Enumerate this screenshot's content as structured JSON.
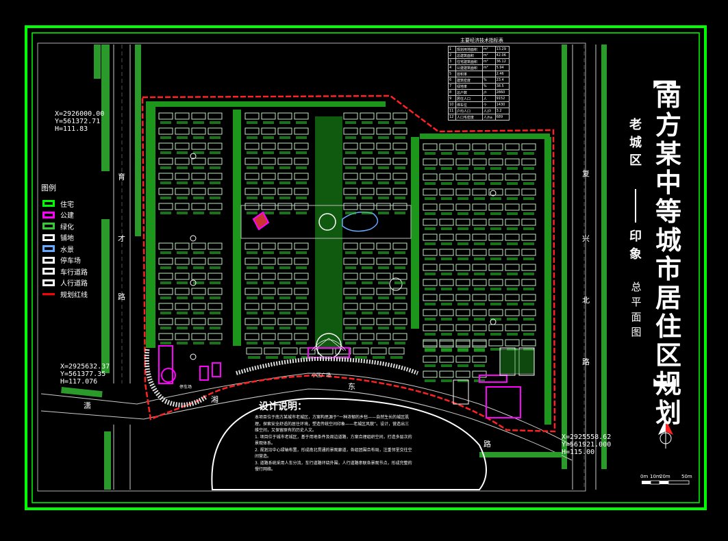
{
  "title": {
    "open_bracket": "【",
    "main": "南方某中等城市居住区规划",
    "close_bracket": "】"
  },
  "subtitle": {
    "line1": "老城区",
    "line2": "印象",
    "line3": "总平面图",
    "icon": "drawing-sheet-icon"
  },
  "legend": {
    "title": "图例",
    "items": [
      {
        "label": "住宅",
        "color": "#00ff00"
      },
      {
        "label": "公建",
        "color": "#ff00ff"
      },
      {
        "label": "绿化",
        "color": "#33cc33"
      },
      {
        "label": "铺地",
        "color": "#ffffff"
      },
      {
        "label": "水景",
        "color": "#66aaff"
      },
      {
        "label": "停车场",
        "color": "#ffffff"
      },
      {
        "label": "车行道路",
        "color": "#ffffff"
      },
      {
        "label": "人行道路",
        "color": "#ffffff"
      },
      {
        "label": "规划红线",
        "color": "#ff0000"
      }
    ]
  },
  "coordinates": {
    "top_left": "X=2926000.00\nY=561372.71\nH=111.83",
    "bottom_left": "X=2925632.37\nY=561377.35\nH=117.076",
    "bottom_right": "X=2925558.62\nY=561921.000\nH=115.00"
  },
  "roads": {
    "west": [
      "育",
      "才",
      "路"
    ],
    "east": [
      "复",
      "兴",
      "北",
      "路"
    ],
    "south": [
      "潇",
      "湘",
      "东",
      "路"
    ]
  },
  "design_notes": {
    "title": "设计说明：",
    "body": "本项目位于南方某城市老城区，方案构思源于“一种浓郁的乡愁——自然生长的城区肌理，探索安全舒适的居住环境，塑造传统空间印象——老城区风貌”。设计，营造出三维空间，又保留原有的历史人文。\n1. 项目位于城市老城区，基于用地条件及周边道路，方案合理组织空间，打造多层次的景观体系。\n2. 规划沿中心绿轴布置，形成南北贯通的景观廊道，各组团围合布局，注重邻里交往空间营造。\n3. 道路系统采用人车分流，车行道路环绕外围，人行道路串联各景观节点，形成完整的慢行网络。"
  },
  "tech_table": {
    "title": "主要经济技术指标表",
    "rows": [
      [
        "1",
        "规划用地面积",
        "m²",
        "13.29"
      ],
      [
        "2",
        "总建筑面积",
        "m²",
        "42.06"
      ],
      [
        "3",
        "住宅建筑面积",
        "m²",
        "36.12"
      ],
      [
        "4",
        "公建建筑面积",
        "m²",
        "5.94"
      ],
      [
        "5",
        "容积率",
        "",
        "2.46"
      ],
      [
        "6",
        "建筑密度",
        "%",
        "23.4"
      ],
      [
        "7",
        "绿地率",
        "%",
        "38.5"
      ],
      [
        "8",
        "总户数",
        "户",
        "2860"
      ],
      [
        "9",
        "居住人口",
        "人",
        "9152"
      ],
      [
        "10",
        "停车位",
        "个",
        "1430"
      ],
      [
        "11",
        "户均人口",
        "人/户",
        "3.2"
      ],
      [
        "12",
        "人口毛密度",
        "人/ha",
        "689"
      ]
    ]
  },
  "scale_bar": {
    "labels": [
      "0m",
      "10m",
      "20m",
      "50m"
    ]
  },
  "north": {
    "label": "N"
  },
  "colors": {
    "frame": "#00ff00",
    "redline": "#ff2222",
    "building": "#d8ffd8",
    "green": "#2bd12b",
    "magenta": "#ff00ff",
    "background": "#000000"
  },
  "labels": {
    "plaza": "小区广场",
    "parking": "停车场"
  }
}
